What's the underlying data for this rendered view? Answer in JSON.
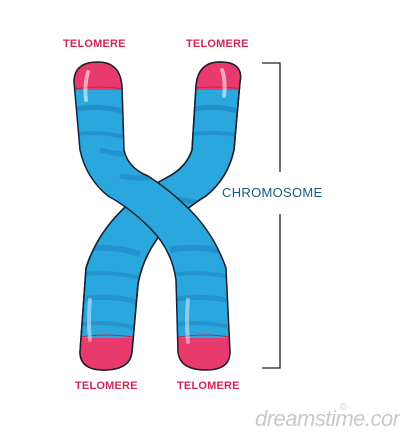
{
  "labels": {
    "telomere_top_left": "TELOMERE",
    "telomere_top_right": "TELOMERE",
    "telomere_bottom_left": "TELOMERE",
    "telomere_bottom_right": "TELOMERE",
    "chromosome": "CHROMOSOME"
  },
  "watermark": {
    "text": "dreamstime.com",
    "mark": "©"
  },
  "colors": {
    "telomere_label": "#d42455",
    "chromosome_label": "#1b5a7a",
    "chromatid": "#2aa7dd",
    "chromatid_band": "#1e7fbf",
    "telomere_cap": "#e83a6c",
    "outline": "#1a2030",
    "bracket": "#222222"
  }
}
